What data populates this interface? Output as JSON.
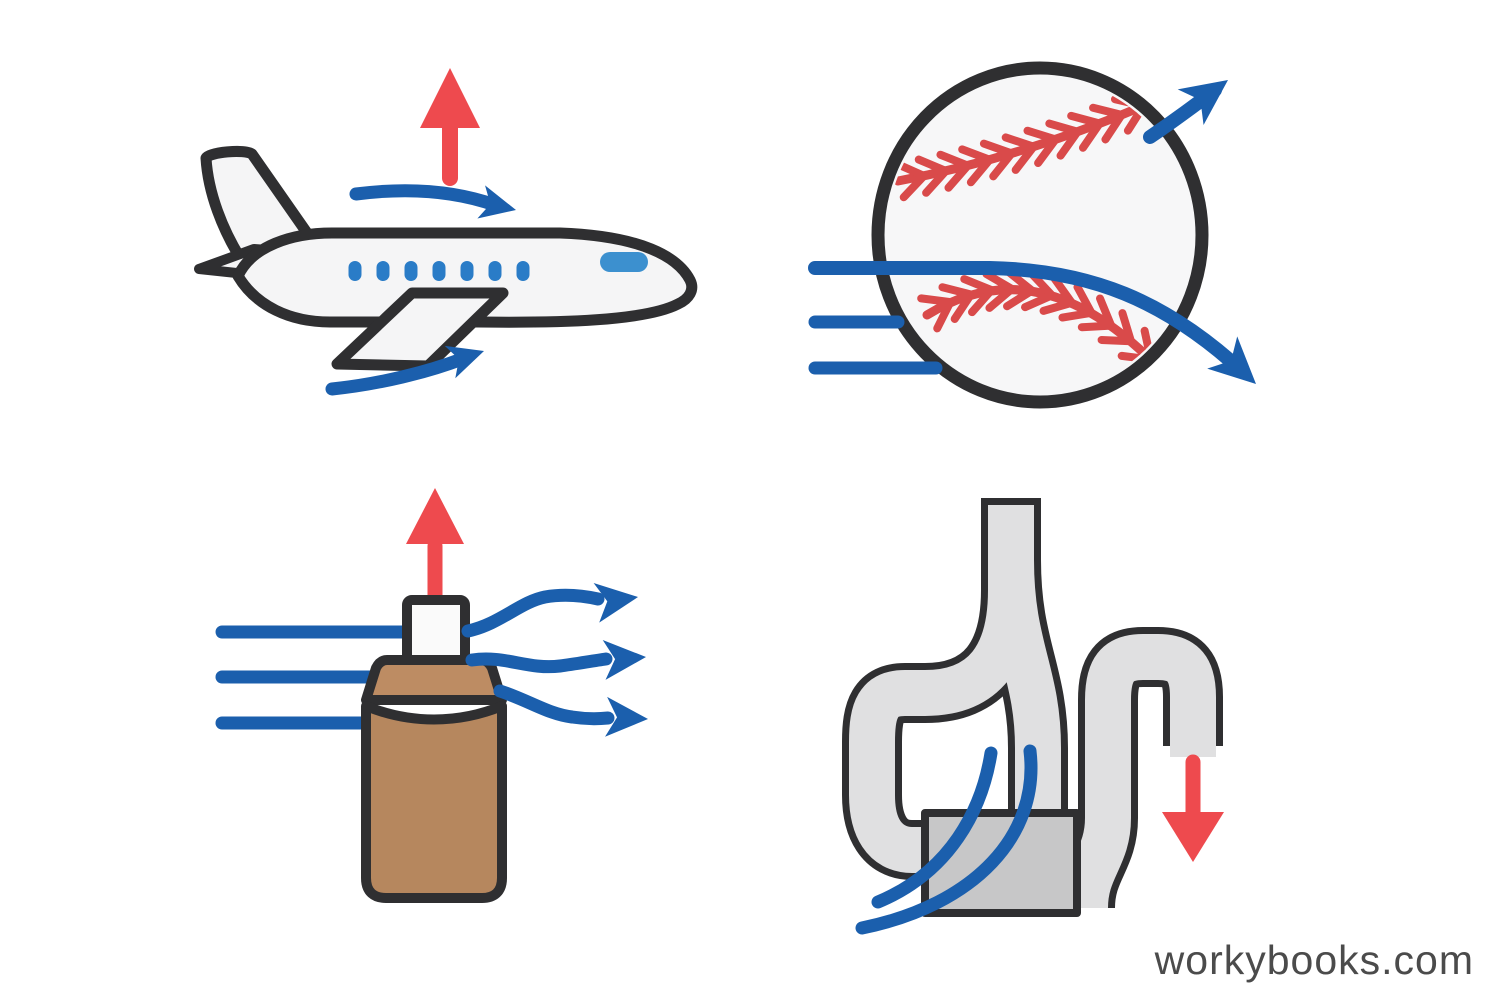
{
  "watermark": {
    "text": "workybooks.com"
  },
  "colors": {
    "background": "#ffffff",
    "flow_blue": "#1b5fad",
    "arrow_red": "#ee4a4e",
    "outline": "#2f2f31",
    "plane_body": "#f5f5f6",
    "ball_fill": "#f7f7f8",
    "seam_red": "#d94a4a",
    "window_blue": "#2a7cc7",
    "cockpit_blue": "#3c90cf",
    "pipe_gray": "#e0e0e1",
    "pipe_box_gray": "#c7c7c8",
    "bottle_brown": "#b6875e",
    "bottle_shoulder_brown": "#bd8c63",
    "nozzle_white": "#fafafa",
    "watermark": "#4b4b4b"
  },
  "panels": {
    "airplane": {
      "icon": "airplane-lift-icon",
      "window_count": 7,
      "lift_arrow_direction": "up",
      "airflow_arrow_count": 2
    },
    "baseball": {
      "icon": "spinning-baseball-icon",
      "stitches_per_seam": 11,
      "speed_line_count": 3,
      "deflection_arrows": [
        "up-right",
        "down-right"
      ]
    },
    "spray_bottle": {
      "icon": "atomizer-bottle-icon",
      "inflow_line_count": 3,
      "outflow_arrow_count": 3,
      "spray_arrow_direction": "up"
    },
    "pipe_trap": {
      "icon": "drain-trap-icon",
      "flow_curve_count": 2,
      "outlet_arrow_direction": "down"
    }
  }
}
